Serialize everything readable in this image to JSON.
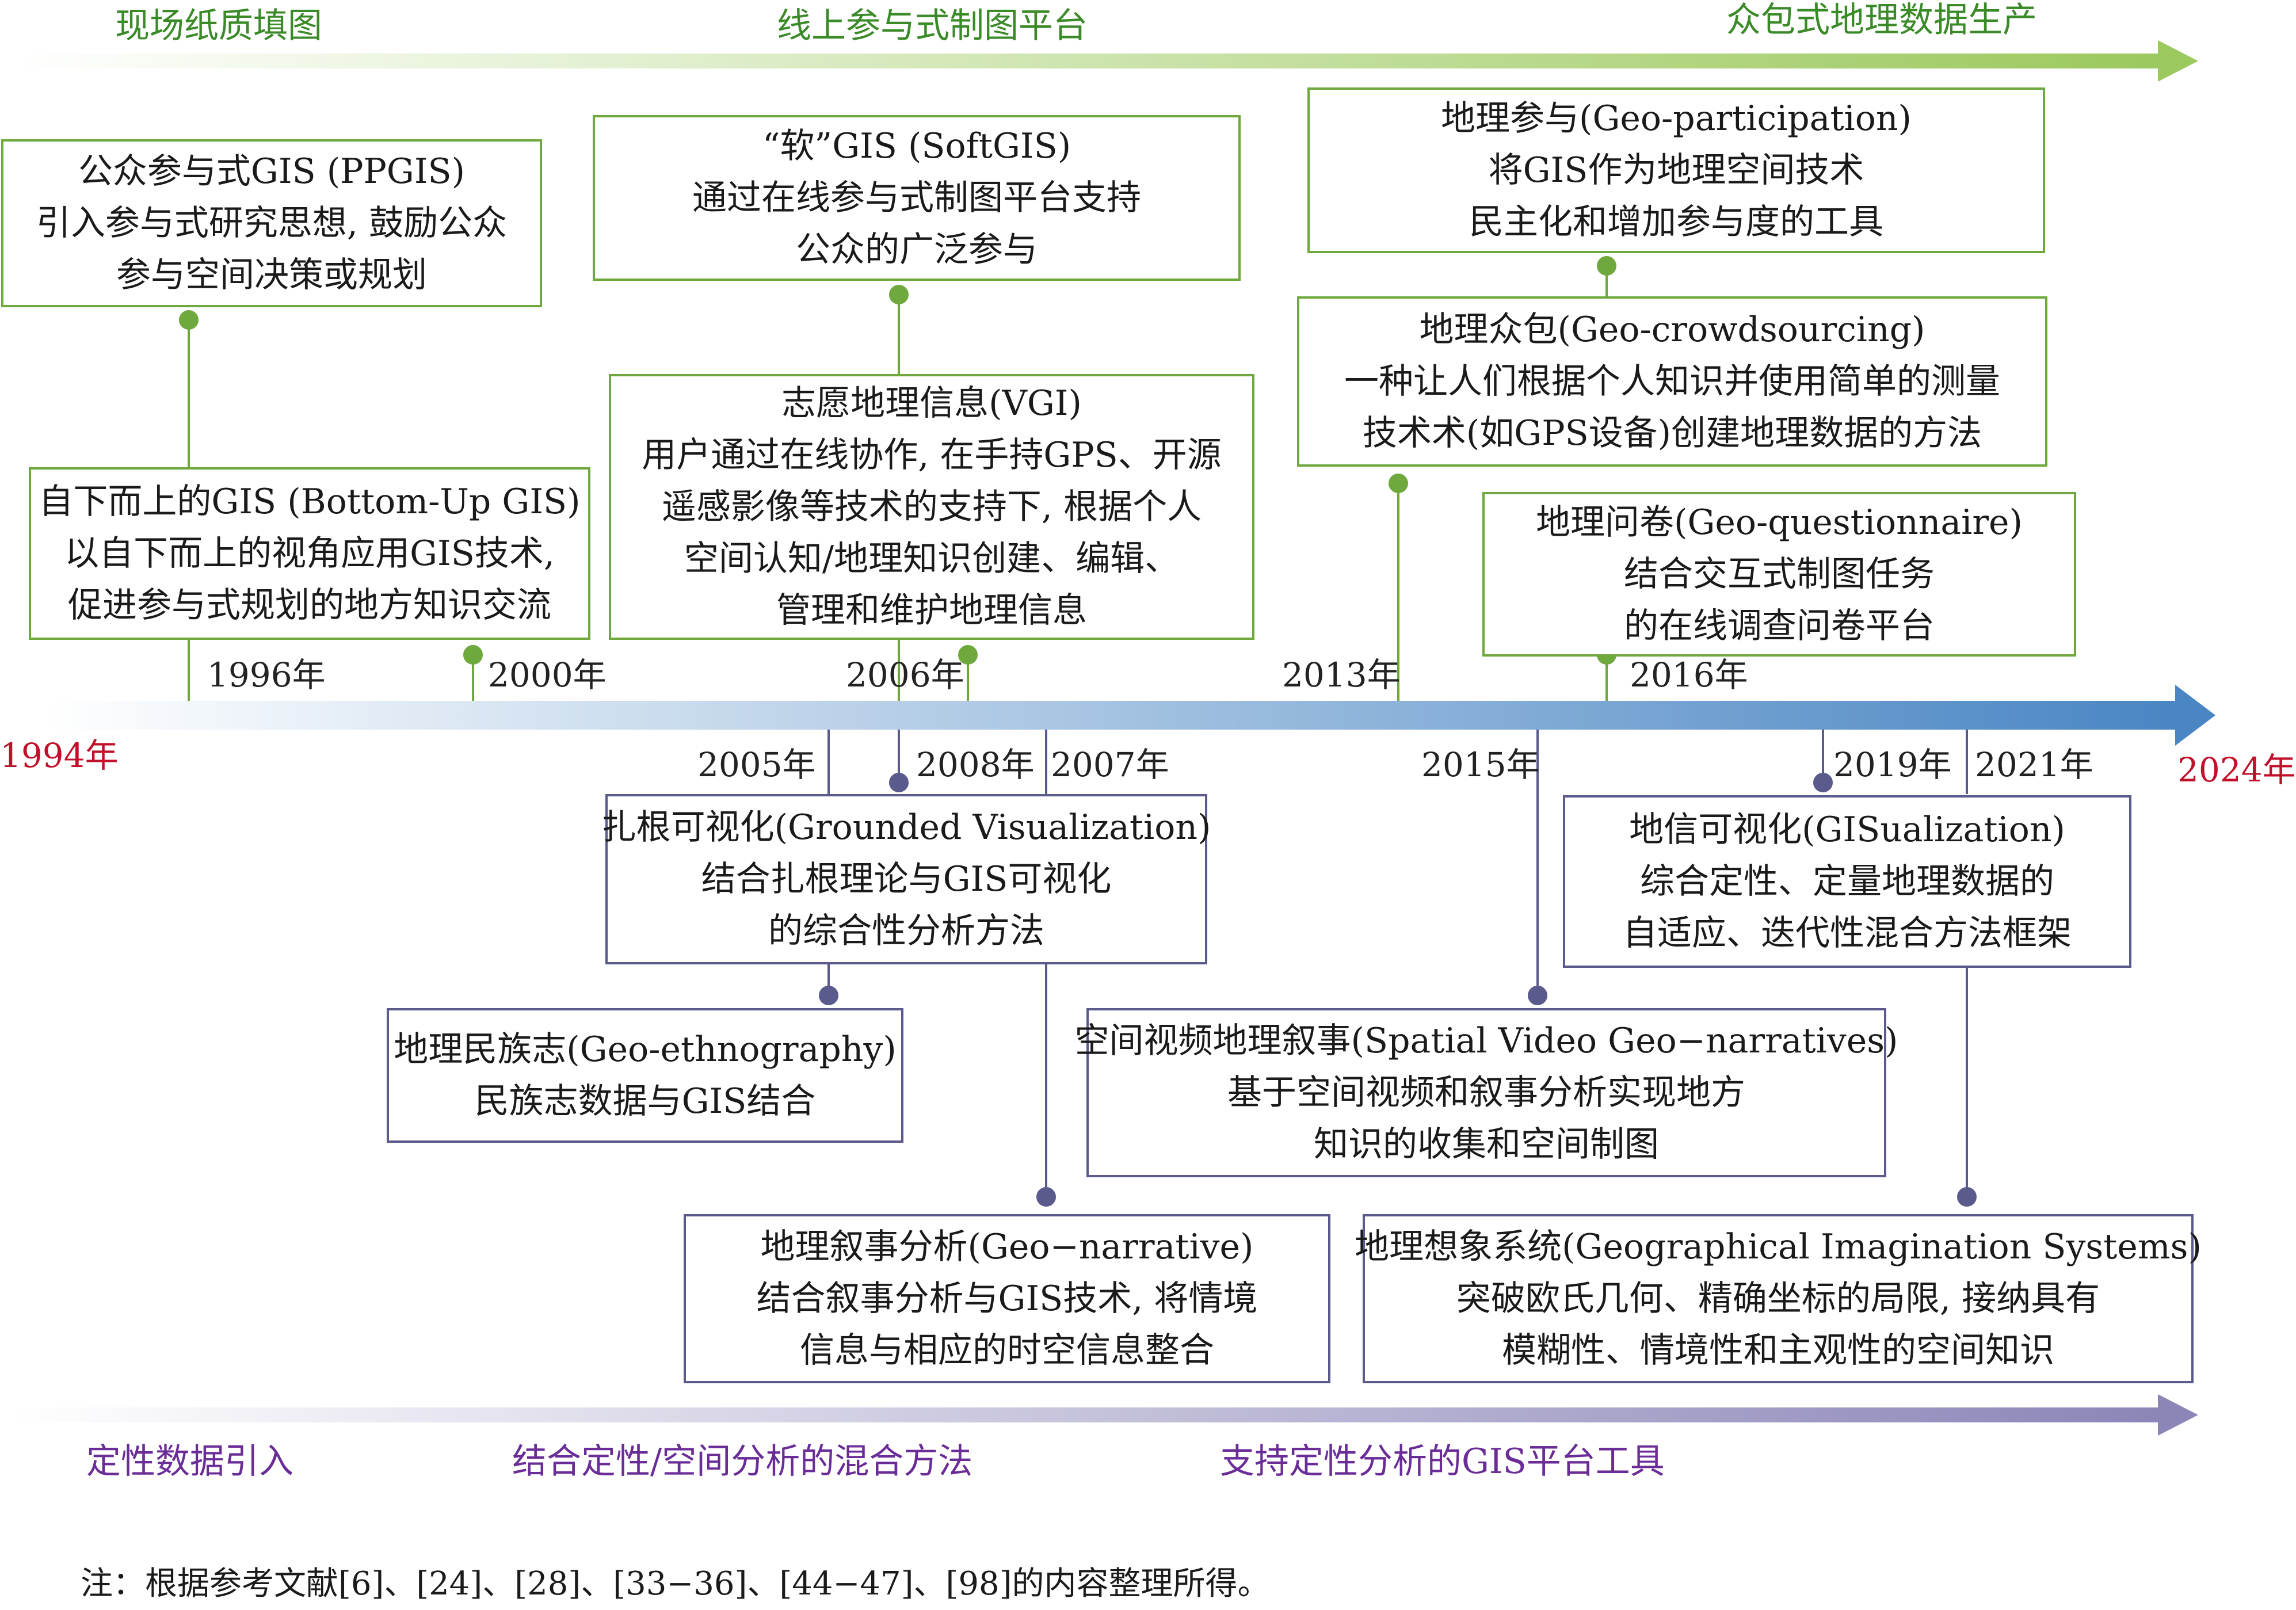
{
  "top_labels": [
    "现场纸质填图",
    "线上参与式制图平台",
    "众包式地理数据生产"
  ],
  "bottom_labels": [
    "定性数据引入",
    "结合定性/空间分析的混合方法",
    "支持定性分析的GIS平台工具"
  ],
  "timeline": {
    "start": "1994年",
    "end": "2024年"
  },
  "years_above": [
    "1996年",
    "2000年",
    "2006年",
    "2013年",
    "2016年"
  ],
  "years_below": [
    "2005年",
    "2008年",
    "2007年",
    "2015年",
    "2019年",
    "2021年"
  ],
  "boxes": {
    "ppgis": [
      "公众参与式GIS (PPGIS)",
      "引入参与式研究思想, 鼓励公众",
      "参与空间决策或规划"
    ],
    "bottomup": [
      "自下而上的GIS (Bottom-Up GIS)",
      "以自下而上的视角应用GIS技术,",
      "促进参与式规划的地方知识交流"
    ],
    "softgis": [
      "“软”GIS (SoftGIS)",
      "通过在线参与式制图平台支持",
      "公众的广泛参与"
    ],
    "vgi": [
      "志愿地理信息(VGI)",
      "用户通过在线协作, 在手持GPS、开源",
      "遥感影像等技术的支持下, 根据个人",
      "空间认知/地理知识创建、编辑、",
      "管理和维护地理信息"
    ],
    "geopart": [
      "地理参与(Geo-participation)",
      "将GIS作为地理空间技术",
      "民主化和增加参与度的工具"
    ],
    "crowd": [
      "地理众包(Geo-crowdsourcing)",
      "一种让人们根据个人知识并使用简单的测量",
      "技术术(如GPS设备)创建地理数据的方法"
    ],
    "quest": [
      "地理问卷(Geo-questionnaire)",
      "结合交互式制图任务",
      "的在线调查问卷平台"
    ],
    "grounded": [
      "扎根可视化(Grounded Visualization)",
      "结合扎根理论与GIS可视化",
      "的综合性分析方法"
    ],
    "ethno": [
      "地理民族志(Geo-ethnography)",
      "民族志数据与GIS结合"
    ],
    "narrative": [
      "地理叙事分析(Geo−narrative)",
      "结合叙事分析与GIS技术, 将情境",
      "信息与相应的时空信息整合"
    ],
    "video": [
      "空间视频地理叙事(Spatial Video Geo−narratives)",
      "基于空间视频和叙事分析实现地方",
      "知识的收集和空间制图"
    ],
    "gisual": [
      "地信可视化(GISualization)",
      "综合定性、定量地理数据的",
      "自适应、迭代性混合方法框架"
    ],
    "imagin": [
      "地理想象系统(Geographical Imagination Systems)",
      "突破欧氏几何、精确坐标的局限, 接纳具有",
      "模糊性、情境性和主观性的空间知识"
    ]
  },
  "note": "注：根据参考文献[6]、[24]、[28]、[33−36]、[44−47]、[98]的内容整理所得。",
  "colors": {
    "green": "#6fa83c",
    "purple": "#5a5a8c",
    "red": "#c0102a",
    "blue": "#4a86c4"
  }
}
